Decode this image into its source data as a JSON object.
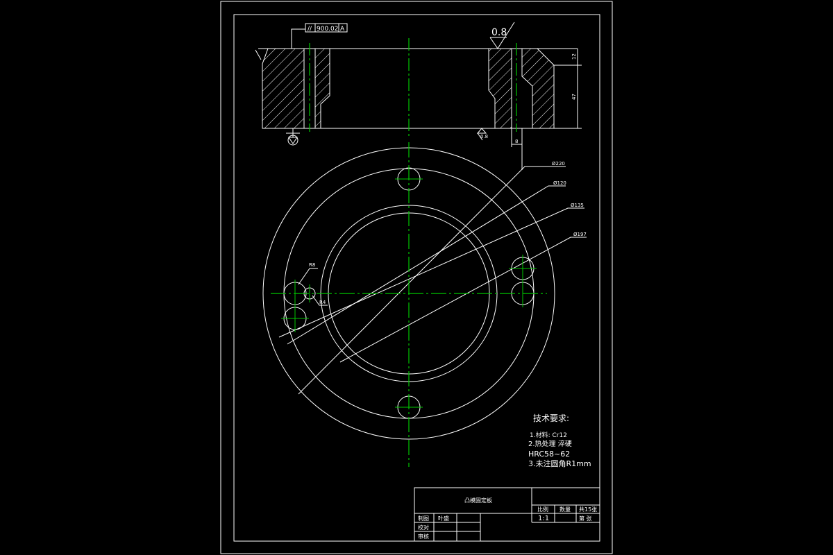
{
  "colors": {
    "background": "#000000",
    "line": "#ffffff",
    "centerline": "#00c800"
  },
  "section": {
    "flatness_symbol": "//",
    "flatness_value": "900.02",
    "datum_ref": "A",
    "roughness_top": "0.8",
    "roughness_bottom": "0.8",
    "dim_height_top": "12",
    "dim_height_total": "47",
    "dim_small": "8"
  },
  "plan": {
    "dia_outer": "Ø220",
    "dia_120": "Ø120",
    "dia_135": "Ø135",
    "dia_197": "Ø197",
    "radius_r8": "R8",
    "radius_r4": "R4"
  },
  "notes": {
    "heading": "技术要求:",
    "line1": "1.材料: Cr12",
    "line2": "2.热处理 淬硬",
    "line3": "HRC58~62",
    "line4": "3.未注圆角R1mm"
  },
  "title_block": {
    "part_name": "凸模固定板",
    "scale_label": "比例",
    "scale_value": "1:1",
    "quantity_label": "数量",
    "sheets_label": "共15张",
    "sheet_no_label": "第 张",
    "drawn_label": "制图",
    "drawn_name": "叶盛",
    "checked_label": "校对",
    "approved_label": "审核"
  }
}
